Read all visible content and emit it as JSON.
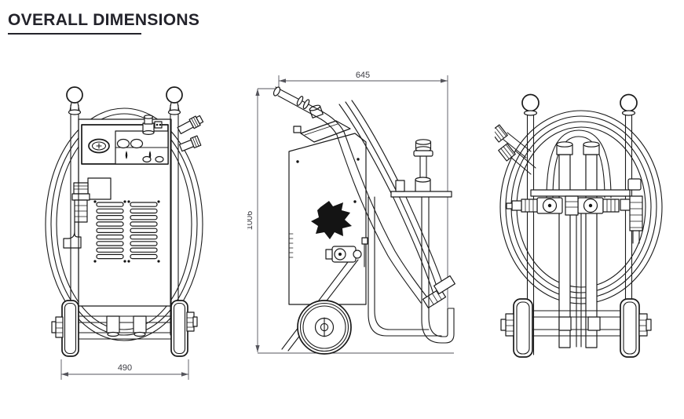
{
  "page": {
    "title": "OVERALL DIMENSIONS"
  },
  "dimensions": {
    "depth": "645",
    "height": "1006",
    "width": "490"
  },
  "colors": {
    "line": "#1a1a1a",
    "dimension_line": "#55555c",
    "dimension_text": "#3d3d44",
    "title": "#23232b",
    "background": "#ffffff"
  }
}
